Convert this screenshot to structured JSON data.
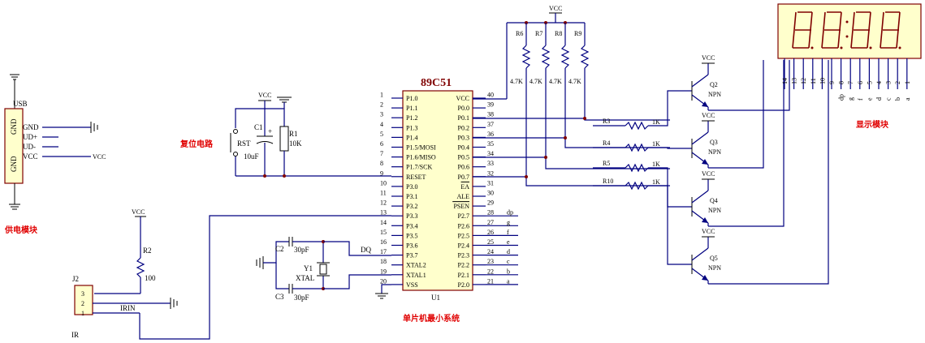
{
  "chip": {
    "title": "89C51",
    "ref": "U1",
    "left_pins": [
      {
        "num": "1",
        "name": "P1.0"
      },
      {
        "num": "2",
        "name": "P1.1"
      },
      {
        "num": "3",
        "name": "P1.2"
      },
      {
        "num": "4",
        "name": "P1.3"
      },
      {
        "num": "5",
        "name": "P1.4"
      },
      {
        "num": "6",
        "name": "P1.5/MOSI"
      },
      {
        "num": "7",
        "name": "P1.6/MISO"
      },
      {
        "num": "8",
        "name": "P1.7/SCK"
      },
      {
        "num": "9",
        "name": "RESET"
      },
      {
        "num": "10",
        "name": "P3.0"
      },
      {
        "num": "11",
        "name": "P3.1"
      },
      {
        "num": "12",
        "name": "P3.2"
      },
      {
        "num": "13",
        "name": "P3.3"
      },
      {
        "num": "14",
        "name": "P3.4"
      },
      {
        "num": "15",
        "name": "P3.5"
      },
      {
        "num": "16",
        "name": "P3.6"
      },
      {
        "num": "17",
        "name": "P3.7"
      },
      {
        "num": "18",
        "name": "XTAL2"
      },
      {
        "num": "19",
        "name": "XTAL1"
      },
      {
        "num": "20",
        "name": "VSS"
      }
    ],
    "right_pins": [
      {
        "num": "40",
        "name": "VCC"
      },
      {
        "num": "39",
        "name": "P0.0"
      },
      {
        "num": "38",
        "name": "P0.1"
      },
      {
        "num": "37",
        "name": "P0.2"
      },
      {
        "num": "36",
        "name": "P0.3"
      },
      {
        "num": "35",
        "name": "P0.4"
      },
      {
        "num": "34",
        "name": "P0.5"
      },
      {
        "num": "33",
        "name": "P0.6"
      },
      {
        "num": "32",
        "name": "P0.7"
      },
      {
        "num": "31",
        "name": "EA"
      },
      {
        "num": "30",
        "name": "ALE"
      },
      {
        "num": "29",
        "name": "PSEN"
      },
      {
        "num": "28",
        "name": "P2.7"
      },
      {
        "num": "27",
        "name": "P2.6"
      },
      {
        "num": "26",
        "name": "P2.5"
      },
      {
        "num": "25",
        "name": "P2.4"
      },
      {
        "num": "24",
        "name": "P2.3"
      },
      {
        "num": "23",
        "name": "P2.2"
      },
      {
        "num": "22",
        "name": "P2.1"
      },
      {
        "num": "21",
        "name": "P2.0"
      }
    ],
    "segment_labels": [
      "dp",
      "g",
      "f",
      "e",
      "d",
      "c",
      "b",
      "a"
    ]
  },
  "labels": {
    "mcu_section": "单片机最小系统",
    "power_section": "供电模块",
    "reset_section": "复位电路",
    "display_section": "显示模块",
    "vcc": "VCC",
    "npn": "NPN",
    "usb": "USB",
    "gnd": "GND",
    "ud_plus": "UD+",
    "ud_minus": "UD-",
    "rst": "RST",
    "c1": "C1",
    "c1_val": "10uF",
    "plus": "+",
    "r1": "R1",
    "r1_val": "10K",
    "r2": "R2",
    "r2_val": "100",
    "c2": "C2",
    "c3": "C3",
    "cap_val": "30pF",
    "y1": "Y1",
    "xtal": "XTAL",
    "dq": "DQ",
    "j2": "J2",
    "ir": "IR",
    "irin": "IRIN",
    "j2_pins": [
      "3",
      "2",
      "1"
    ]
  },
  "pullups": [
    {
      "name": "R6",
      "value": "4.7K"
    },
    {
      "name": "R7",
      "value": "4.7K"
    },
    {
      "name": "R8",
      "value": "4.7K"
    },
    {
      "name": "R9",
      "value": "4.7K"
    }
  ],
  "base_resistors": [
    {
      "name": "R3",
      "value": "1K"
    },
    {
      "name": "R4",
      "value": "1K"
    },
    {
      "name": "R5",
      "value": "1K"
    },
    {
      "name": "R10",
      "value": "1K"
    }
  ],
  "transistors": [
    {
      "name": "Q2"
    },
    {
      "name": "Q3"
    },
    {
      "name": "Q4"
    },
    {
      "name": "Q5"
    }
  ],
  "display": {
    "pin_numbers": [
      "14",
      "13",
      "12",
      "11",
      "10",
      "9",
      "8",
      "7",
      "6",
      "5",
      "4",
      "3",
      "2",
      "1"
    ],
    "pin_names": [
      "dp",
      "g",
      "f",
      "e",
      "d",
      "c",
      "b",
      "a"
    ]
  }
}
